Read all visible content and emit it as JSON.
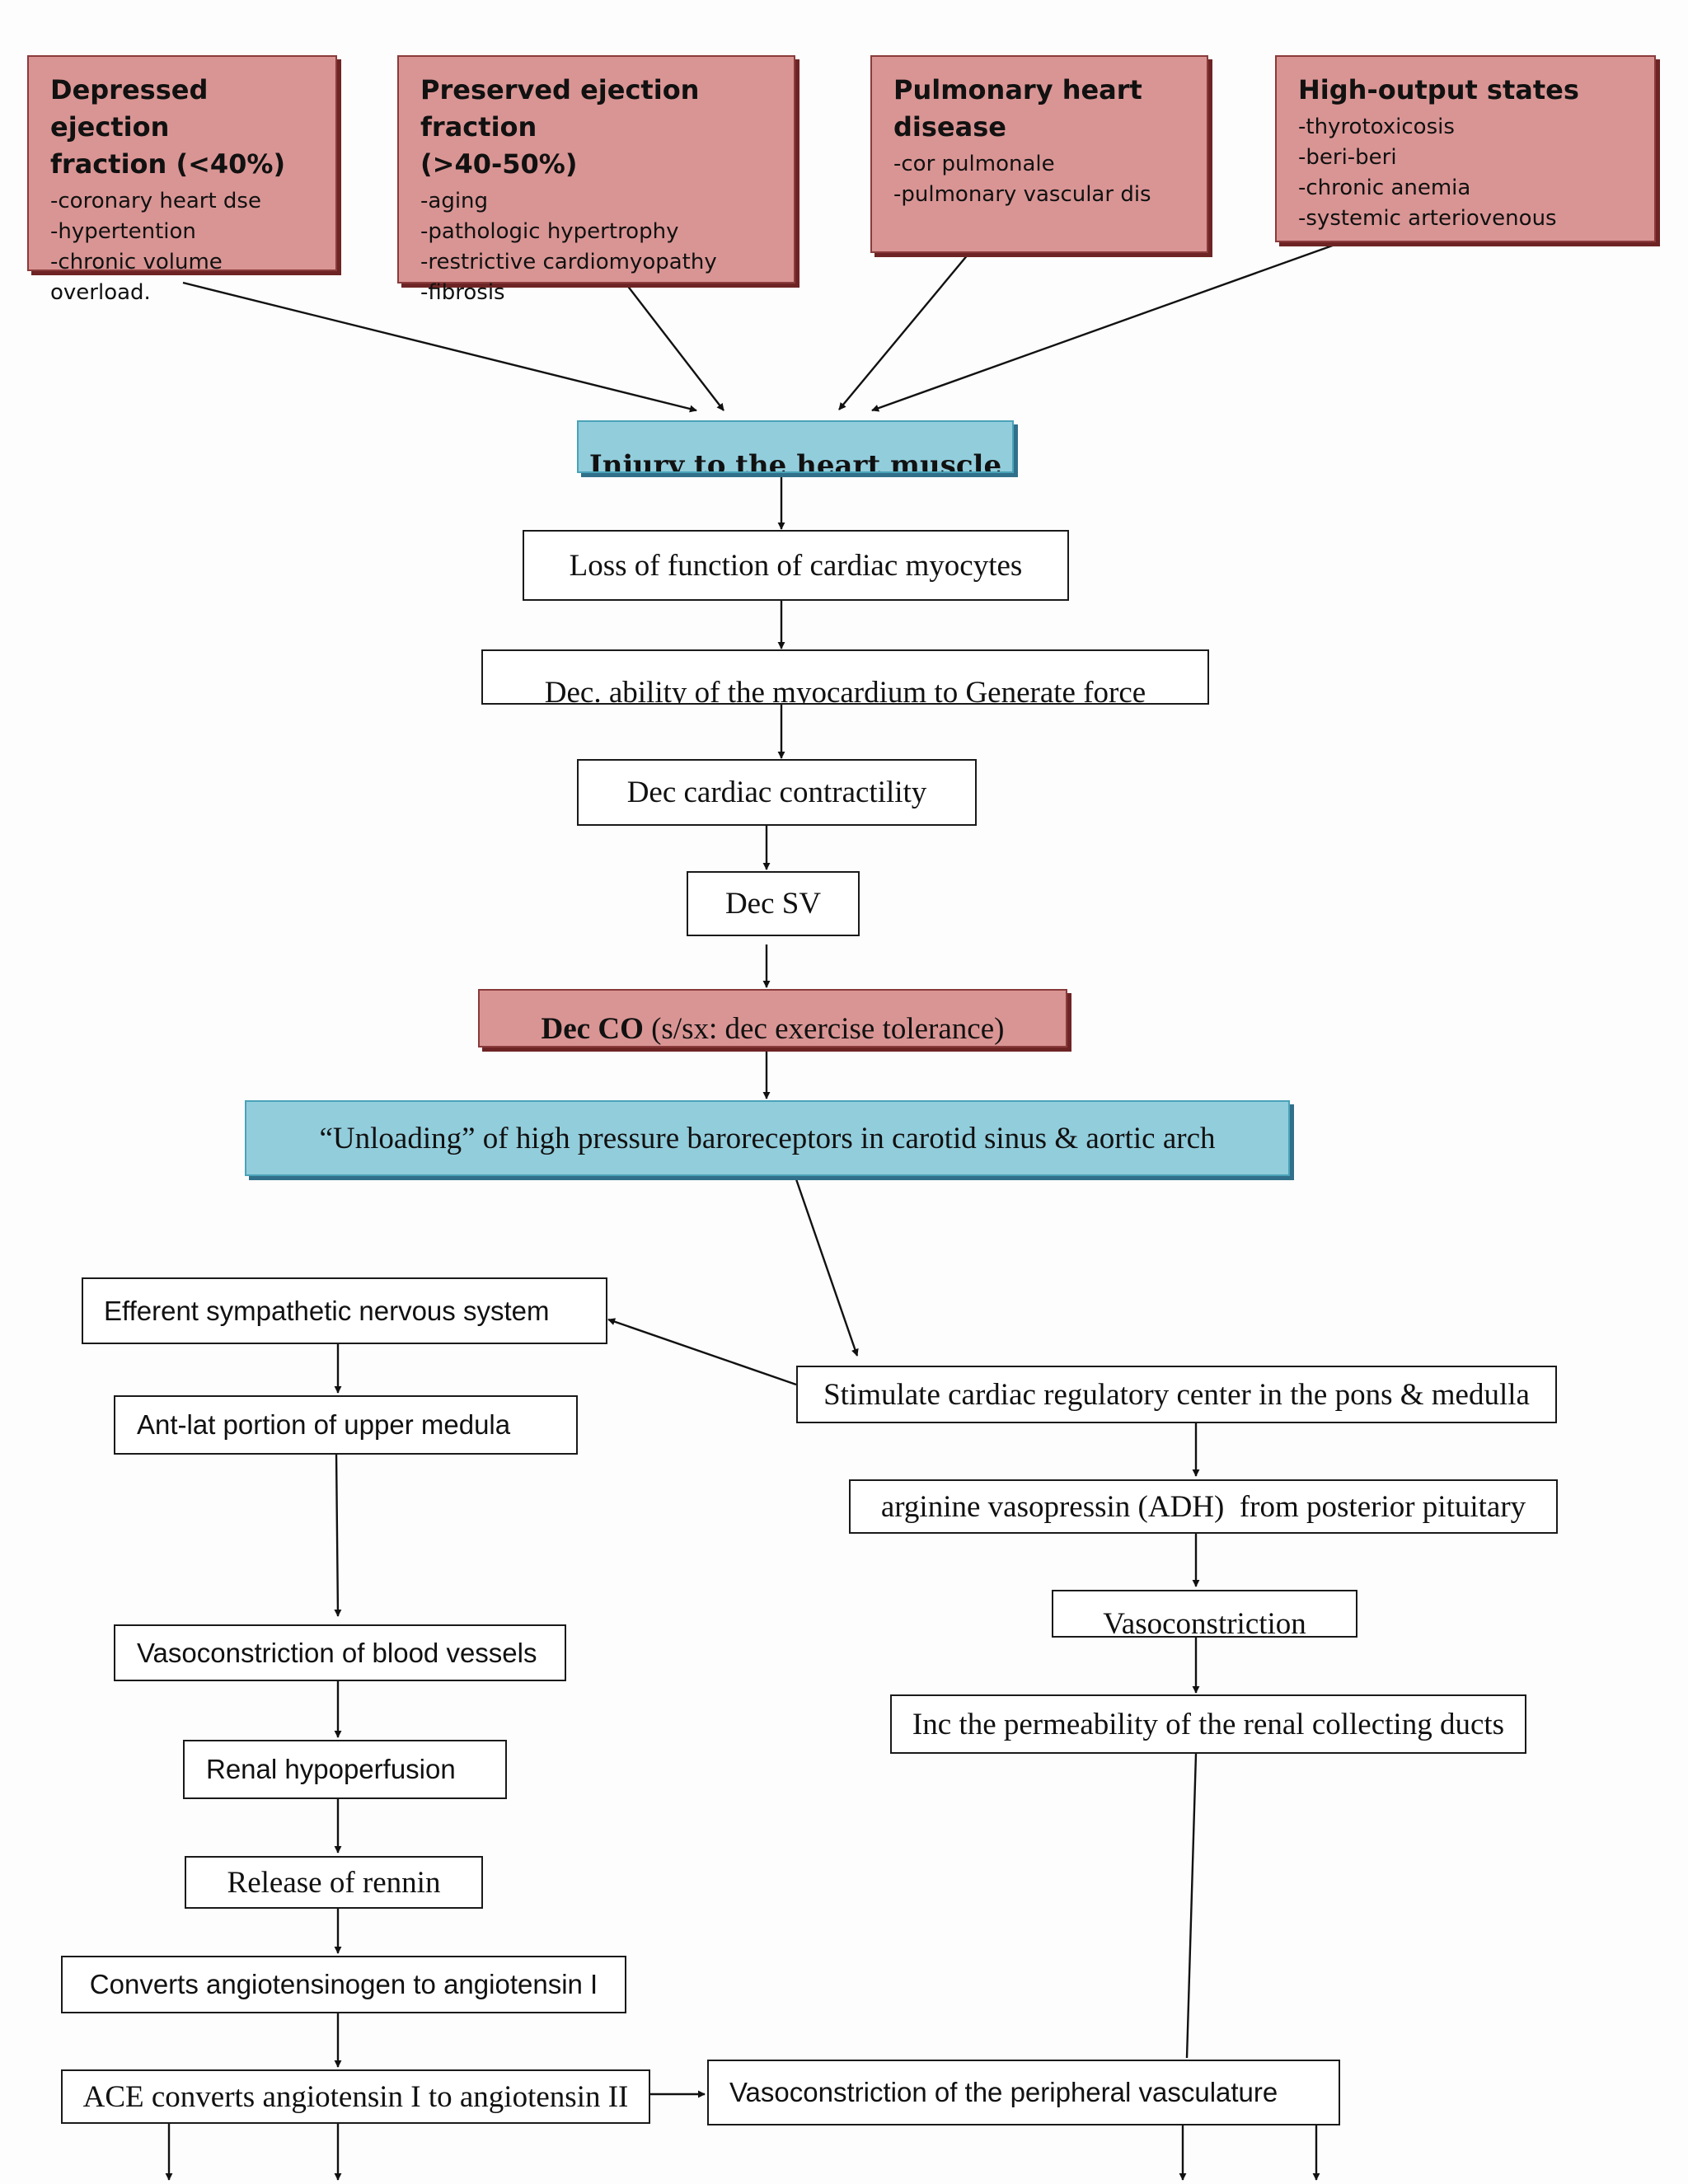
{
  "causes": [
    {
      "title": "Depressed ejection fraction (<40%)",
      "title_lines": [
        "Depressed ejection",
        "fraction (<40%)"
      ],
      "items": [
        "-coronary heart dse",
        "-hypertention",
        "-chronic volume",
        "overload."
      ]
    },
    {
      "title": "Preserved ejection fraction (>40-50%)",
      "title_lines": [
        "Preserved ejection fraction",
        "(>40-50%)"
      ],
      "items": [
        "-aging",
        "-pathologic hypertrophy",
        "-restrictive cardiomyopathy",
        "-fibrosis"
      ]
    },
    {
      "title": "Pulmonary heart disease",
      "title_lines": [
        "Pulmonary heart",
        "disease"
      ],
      "items": [
        "-cor pulmonale",
        "-pulmonary vascular dis"
      ]
    },
    {
      "title": "High-output states",
      "title_lines": [
        "High-output states"
      ],
      "items": [
        "-thyrotoxicosis",
        "-beri-beri",
        "-chronic anemia",
        "-systemic arteriovenous"
      ]
    }
  ],
  "flow": {
    "injury": "Injury to the heart muscle",
    "loss_function": "Loss of function of cardiac myocytes",
    "dec_ability": "Dec. ability of the myocardium to Generate force",
    "dec_contractility": "Dec cardiac contractility",
    "dec_sv": "Dec SV",
    "dec_co_bold": "Dec CO",
    "dec_co_rest": " (s/sx: dec exercise tolerance)",
    "unloading": "“Unloading” of high pressure baroreceptors in carotid sinus & aortic arch"
  },
  "left_branch": {
    "efferent": "Efferent sympathetic nervous system",
    "ant_lat": "Ant-lat portion of upper medula",
    "vasoconstriction_vessels": "Vasoconstriction of blood vessels",
    "renal_hypoperfusion": "Renal hypoperfusion",
    "release_rennin": "Release of rennin",
    "converts_angiotensinogen": "Converts angiotensinogen to angiotensin I",
    "ace_converts": "ACE converts angiotensin I to angiotensin II"
  },
  "right_branch": {
    "stimulate_center": "Stimulate cardiac regulatory center in the pons & medulla",
    "adh": "arginine vasopressin (ADH)  from posterior pituitary",
    "vasoconstriction": "Vasoconstriction",
    "inc_permeability": "Inc the permeability of the renal collecting ducts",
    "vasoconstriction_peripheral": "Vasoconstriction of the peripheral vasculature"
  }
}
